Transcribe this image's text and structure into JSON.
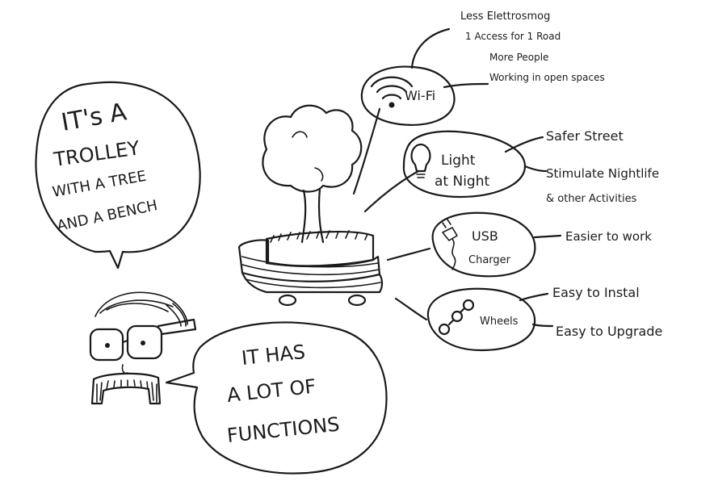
{
  "speech_bubble_left": {
    "lines": [
      "IT's A",
      "TROLLEY",
      "WITH A TREE",
      "AND A BENCH"
    ]
  },
  "speech_bubble_bottom": {
    "lines": [
      "IT HAS",
      "A LOT OF",
      "FUNCTIONS"
    ]
  },
  "features": {
    "wifi": {
      "label": "Wi-Fi",
      "notes": [
        "Less Elettrosmog",
        "1 Access for 1 Road",
        "More People",
        "Working in open spaces"
      ]
    },
    "light": {
      "label_line1": "Light",
      "label_line2": "at Night",
      "notes": [
        "Safer Street",
        "Stimulate Nightlife",
        "& other Activities"
      ]
    },
    "usb": {
      "label_line1": "USB",
      "label_line2": "Charger",
      "notes": [
        "Easier to work"
      ]
    },
    "wheels": {
      "label": "Wheels",
      "notes": [
        "Easy to Instal",
        "Easy to Upgrade"
      ]
    }
  },
  "icons": [
    "wifi-icon",
    "lightbulb-icon",
    "usb-plug-icon",
    "wheels-icon",
    "tree-trolley-illustration",
    "person-illustration"
  ]
}
